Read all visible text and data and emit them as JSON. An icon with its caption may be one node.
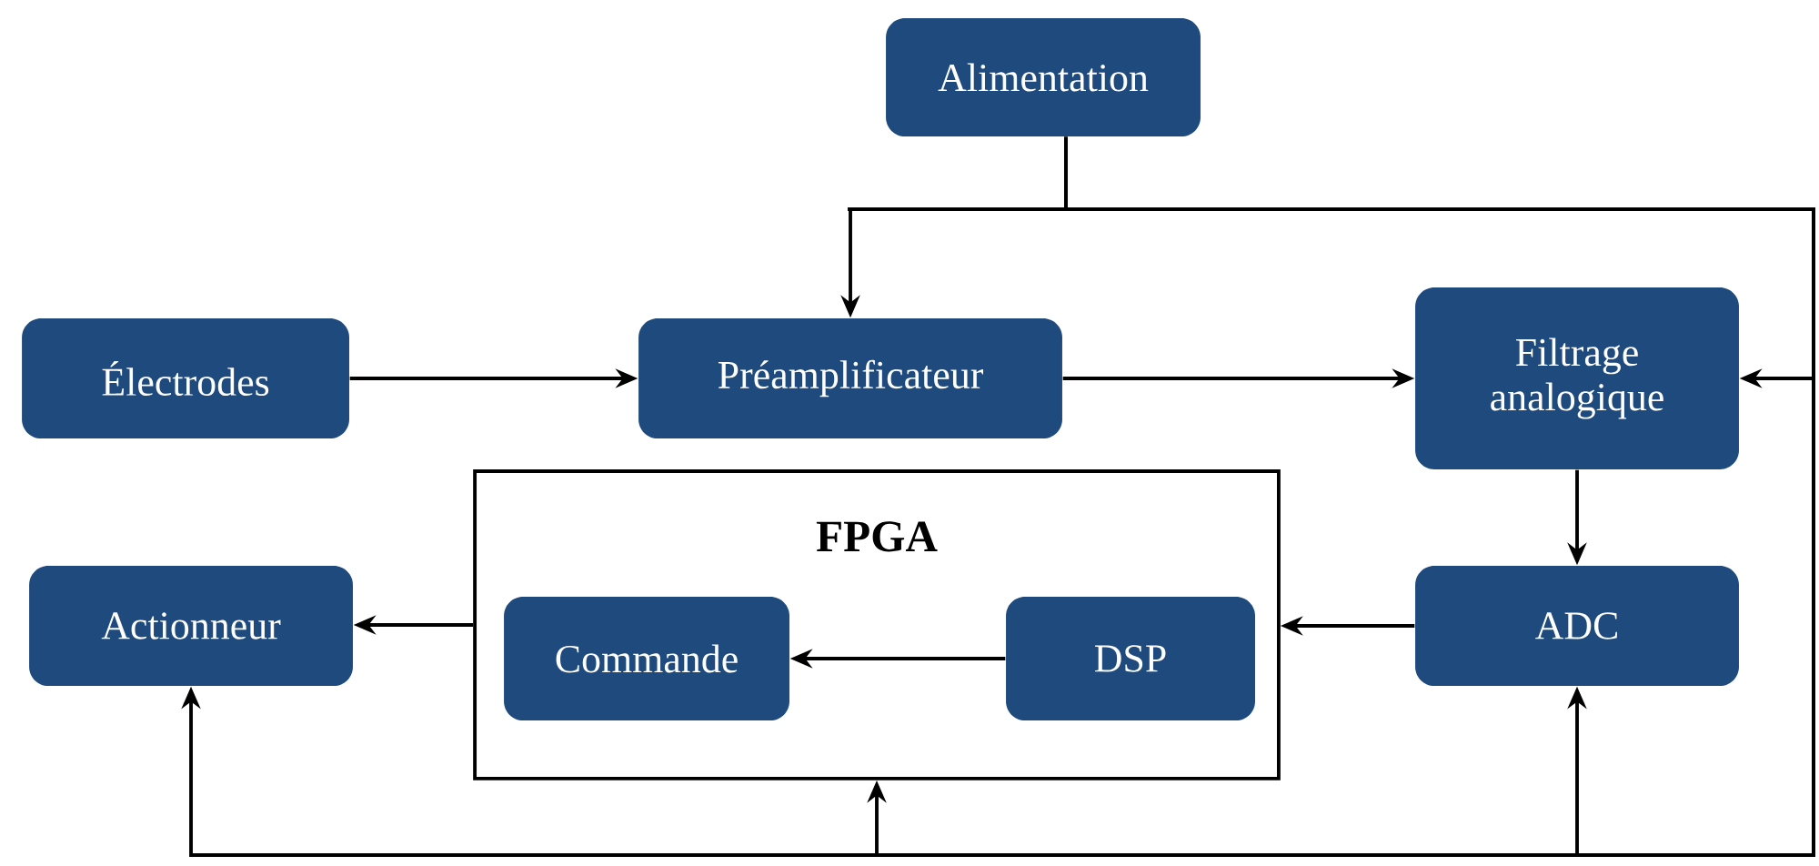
{
  "diagram": {
    "nodes": [
      {
        "text": [
          "Alimentation"
        ]
      },
      {
        "text": [
          "Électrodes"
        ]
      },
      {
        "text": [
          "Préamplificateur"
        ]
      },
      {
        "text": [
          "Filtrage analogique"
        ]
      },
      {
        "text": [
          "FPGA"
        ]
      },
      {
        "text": [
          "Commande"
        ],
        "in": 4
      },
      {
        "text": [
          "DSP"
        ],
        "in": 4
      },
      {
        "text": [
          "Actionneur"
        ]
      },
      {
        "text": [
          "ADC"
        ]
      }
    ],
    "edges": [
      {
        "from": 1,
        "to": 2,
        "arrow": "to"
      },
      {
        "from": 2,
        "to": 3,
        "arrow": "to"
      },
      {
        "from": 3,
        "to": 8,
        "arrow": "to"
      },
      {
        "from": 8,
        "to": 4,
        "arrow": "to"
      },
      {
        "from": 6,
        "to": 5,
        "arrow": "to"
      },
      {
        "from": 4,
        "to": 7,
        "arrow": "to"
      },
      {
        "from": 0,
        "to": 2,
        "arrow": "to"
      },
      {
        "from": 0,
        "to": 3,
        "arrow": "to"
      },
      {
        "from": 0,
        "to": 7,
        "arrow": "to"
      },
      {
        "from": 0,
        "to": 4,
        "arrow": "to"
      },
      {
        "from": 0,
        "to": 8,
        "arrow": "to"
      }
    ]
  }
}
